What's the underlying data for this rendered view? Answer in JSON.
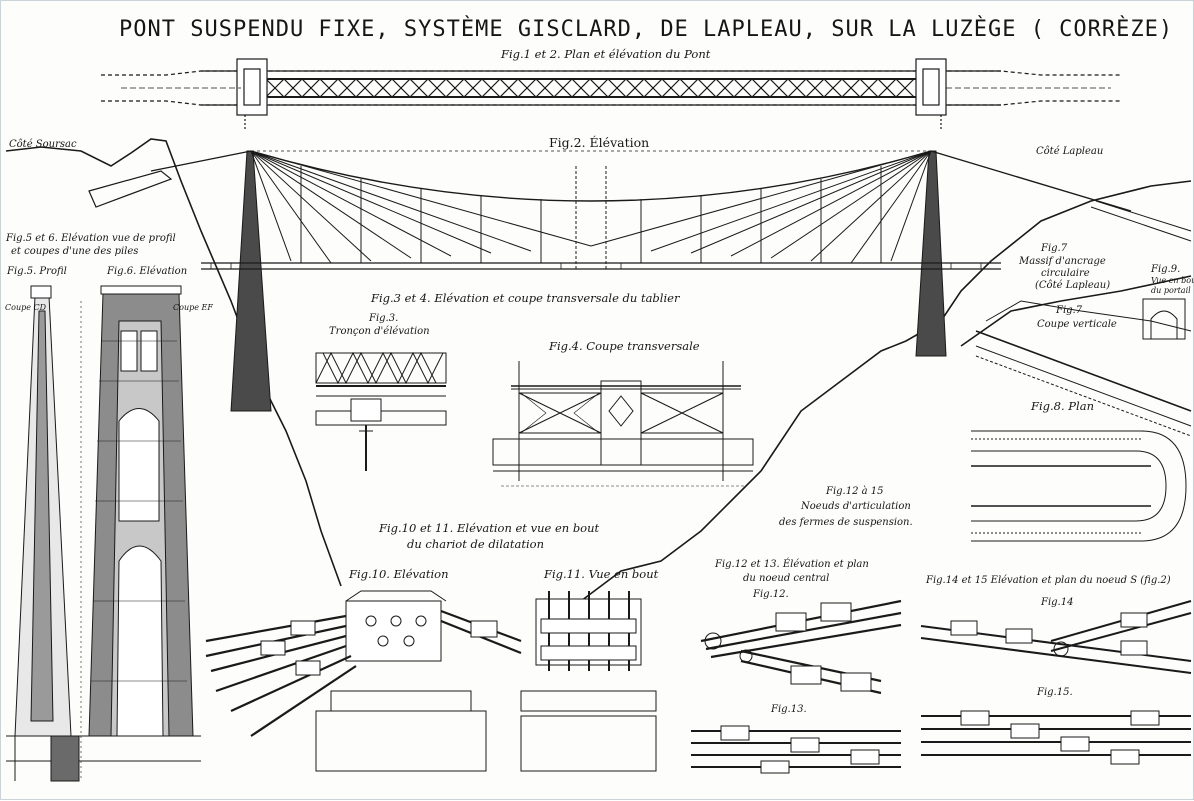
{
  "plate": {
    "title": "PONT SUSPENDU FIXE, SYSTÈME GISCLARD, DE LAPLEAU, SUR LA LUZÈGE ( CORRÈZE)",
    "labels": {
      "fig1_2": "Fig.1 et 2. Plan et élévation du Pont",
      "fig2": "Fig.2. Élévation",
      "cote_soursac": "Côté Soursac",
      "cote_lapleau": "Côté Lapleau",
      "fig5_6": "Fig.5 et 6. Elévation vue de profil",
      "fig5_6_b": "et coupes d'une des piles",
      "fig5": "Fig.5. Profil",
      "fig6": "Fig.6. Elévation",
      "coupe_cd": "Coupe CD",
      "coupe_ef": "Coupe EF",
      "fig3_4": "Fig.3 et 4. Elévation et coupe transversale du tablier",
      "fig3": "Fig.3.",
      "fig3_b": "Tronçon d'élévation",
      "fig4": "Fig.4. Coupe transversale",
      "fig7_top": "Fig.7",
      "massif": "Massif d'ancrage",
      "massif_b": "circulaire",
      "massif_c": "(Côté Lapleau)",
      "fig9": "Fig.9.",
      "fig9_b": "Vue en bout",
      "fig9_c": "du portail",
      "fig7": "Fig.7",
      "coupe_verticale": "Coupe verticale",
      "fig8": "Fig.8. Plan",
      "fig12_15": "Fig.12 à 15",
      "noeuds": "Noeuds d'articulation",
      "fermes": "des fermes de suspension.",
      "fig10_11": "Fig.10 et 11. Elévation et vue en bout",
      "fig10_11_b": "du chariot de dilatation",
      "fig10": "Fig.10. Elévation",
      "fig11": "Fig.11. Vue en bout",
      "fig12_13": "Fig.12 et 13. Élévation et plan",
      "fig12_13_b": "du noeud central",
      "fig12": "Fig.12.",
      "fig13": "Fig.13.",
      "fig14_15": "Fig.14 et 15 Elévation et plan du noeud S (fig.2)",
      "fig14": "Fig.14",
      "fig15": "Fig.15."
    }
  }
}
